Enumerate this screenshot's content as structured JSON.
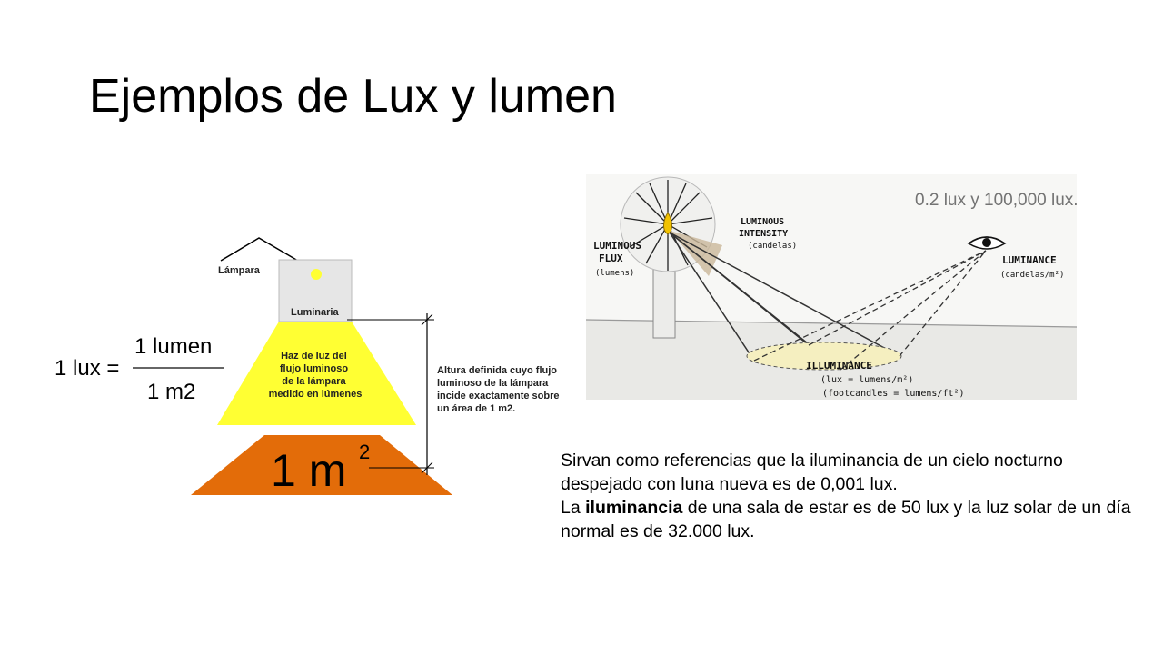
{
  "slide": {
    "title": "Ejemplos de Lux y lumen",
    "caption": "0.2 lux y 100,000 lux.",
    "body": {
      "p1": "Sirvan como referencias que la iluminancia de  un cielo nocturno despejado con luna nueva es de 0,001 lux.",
      "p2_pre": "La ",
      "p2_bold": "iluminancia",
      "p2_post": " de una sala de estar es de 50 lux y la luz solar de un día normal es de 32.000 lux."
    }
  },
  "lux_diagram": {
    "formula_left": "1 lux =",
    "numerator": "1 lumen",
    "denominator": "1 m2",
    "lamp_label": "Lámpara",
    "luminaire_label": "Luminaria",
    "beam_text": [
      "Haz de luz del",
      "flujo luminoso",
      "de la lámpara",
      "medido en lúmenes"
    ],
    "height_text": [
      "Altura definida cuyo flujo",
      "luminoso de la lámpara",
      "incide exactamente sobre",
      "un área de 1 m2."
    ],
    "area_label": "1 m",
    "area_sup": "2",
    "colors": {
      "beam": "#ffff33",
      "area": "#e36c09",
      "box": "#e6e6e6"
    }
  },
  "sketch": {
    "flux_label": [
      "LUMINOUS",
      "FLUX",
      "(lumens)"
    ],
    "intensity_label": [
      "LUMINOUS",
      "INTENSITY",
      "(candelas)"
    ],
    "luminance_label": [
      "LUMINANCE",
      "(candelas/m²)"
    ],
    "illuminance_label": [
      "ILLUMINANCE",
      "(lux = lumens/m²)",
      "(footcandles = lumens/ft²)"
    ]
  }
}
